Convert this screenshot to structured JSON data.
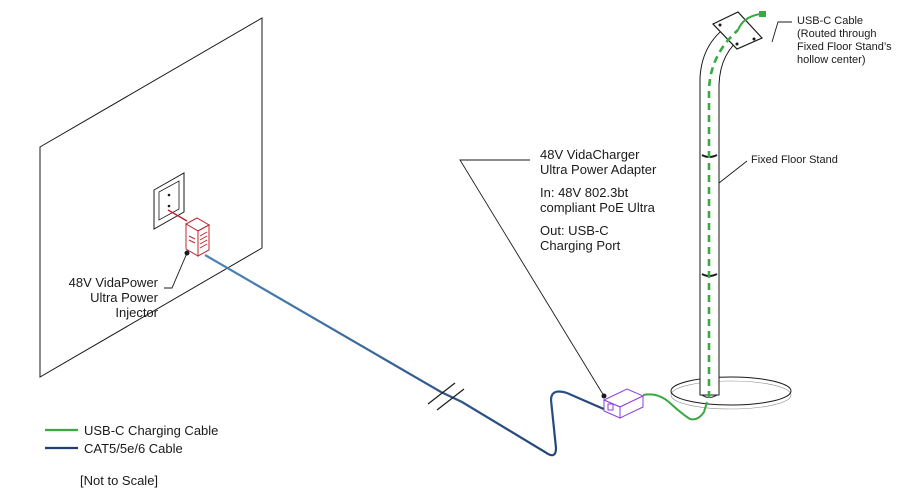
{
  "labels": {
    "injector": [
      "48V VidaPower",
      "Ultra Power",
      "Injector"
    ],
    "adapter": {
      "title": [
        "48V VidaCharger",
        "Ultra Power Adapter"
      ],
      "input": [
        "In: 48V 802.3bt",
        "compliant PoE Ultra"
      ],
      "output": [
        "Out: USB-C",
        "Charging Port"
      ]
    },
    "usb_cable_note": [
      "USB-C Cable",
      "(Routed through",
      "Fixed Floor Stand’s",
      "hollow center)"
    ],
    "floor_stand": "Fixed Floor Stand"
  },
  "legend": {
    "items": [
      {
        "label": "USB-C Charging Cable",
        "color": "#3aa843"
      },
      {
        "label": "CAT5/5e/6 Cable",
        "color": "#1f3f73"
      }
    ],
    "note": "[Not to Scale]"
  },
  "colors": {
    "usb_cable": "#3aa843",
    "cat_cable": "#1f3f73",
    "injector": "#c0262d",
    "adapter": "#8b3fd9",
    "outline": "#1a1a1a"
  }
}
